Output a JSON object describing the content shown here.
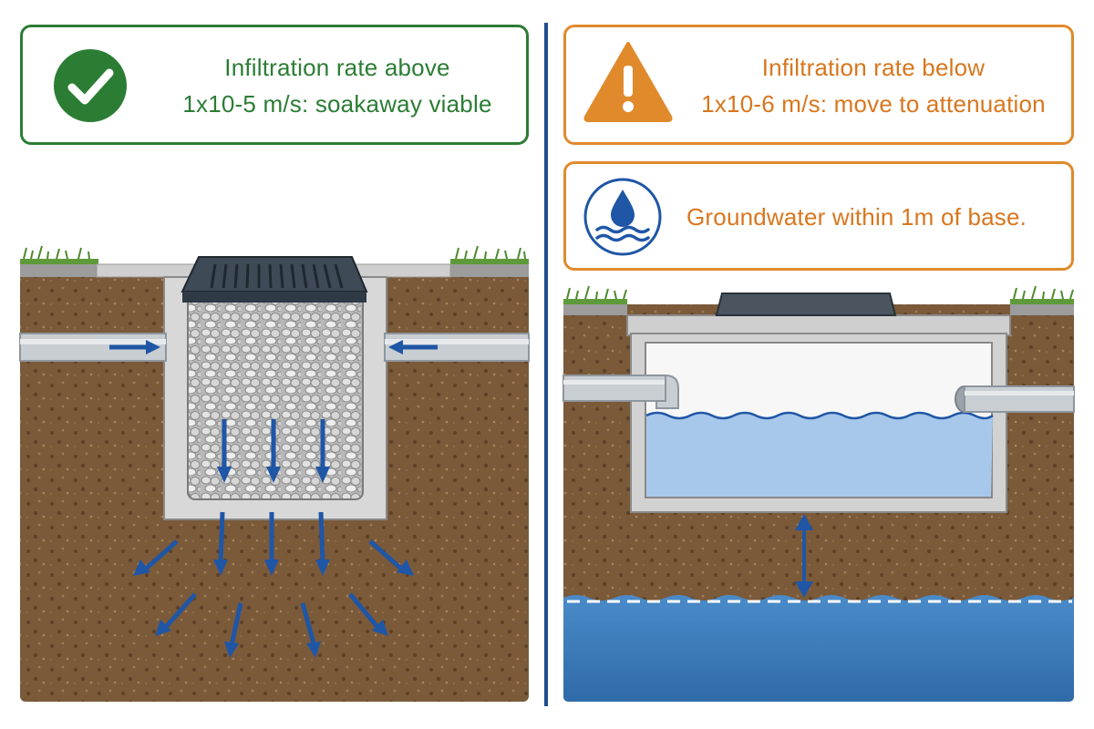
{
  "left_panel": {
    "status_icon": "check-circle-icon",
    "status_color": "#2b7d34",
    "message_line1": "Infiltration rate above",
    "message_line2": "1x10-5 m/s: soakaway viable"
  },
  "right_panel": {
    "warning_icon": "warning-triangle-icon",
    "warning_color": "#e08a2c",
    "warning_line1": "Infiltration rate below",
    "warning_line2": "1x10-6 m/s: move to attenuation",
    "groundwater_icon": "water-drop-waves-icon",
    "groundwater_message": "Groundwater within 1m of base."
  },
  "colors": {
    "soil": "#7b5a3a",
    "water": "#3f7fc1",
    "arrow": "#1f56a6",
    "divider": "#1f4e8c"
  }
}
